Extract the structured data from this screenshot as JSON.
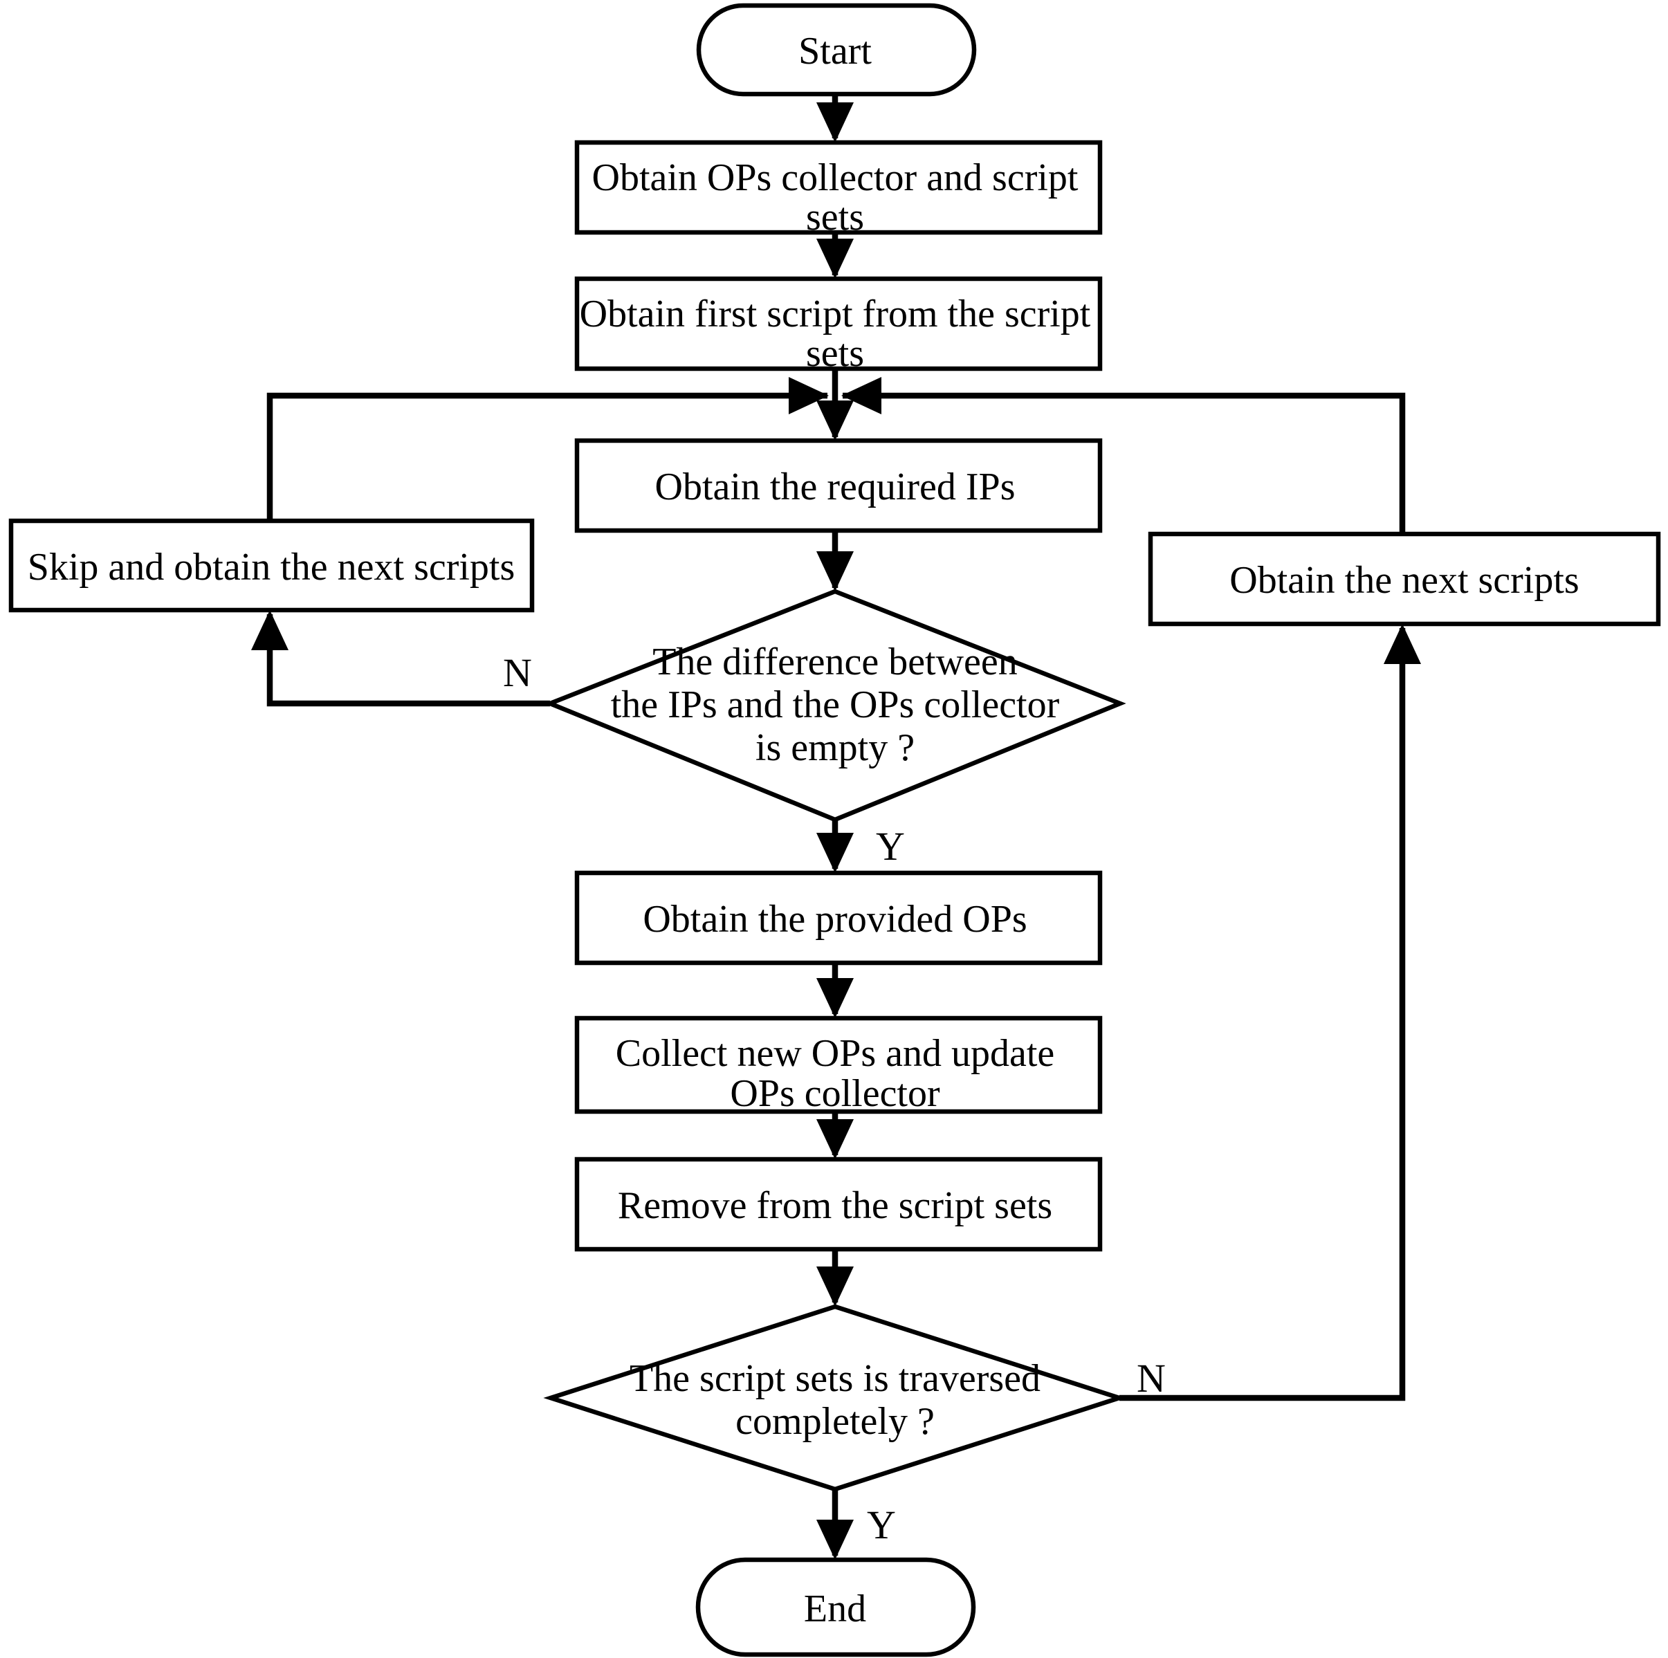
{
  "diagram": {
    "type": "flowchart",
    "colors": {
      "stroke": "#000000",
      "fill": "#ffffff",
      "text": "#000000"
    },
    "nodes": {
      "start": {
        "shape": "terminator",
        "label": "Start"
      },
      "obtain_ops_collector": {
        "shape": "process",
        "lines": [
          "Obtain OPs collector and script",
          "sets"
        ]
      },
      "obtain_first_script": {
        "shape": "process",
        "lines": [
          "Obtain first script from the script",
          "sets"
        ]
      },
      "obtain_required_ips": {
        "shape": "process",
        "label": "Obtain the required IPs"
      },
      "difference_decision": {
        "shape": "decision",
        "lines": [
          "The difference between",
          "the IPs and the OPs collector",
          "is empty ?"
        ]
      },
      "skip_obtain_next": {
        "shape": "process",
        "label": "Skip and obtain the next scripts"
      },
      "obtain_next_scripts": {
        "shape": "process",
        "label": "Obtain the next scripts"
      },
      "obtain_provided_ops": {
        "shape": "process",
        "label": "Obtain the provided OPs"
      },
      "collect_new_ops": {
        "shape": "process",
        "lines": [
          "Collect new OPs and update",
          "OPs collector"
        ]
      },
      "remove_from_script_sets": {
        "shape": "process",
        "label": "Remove from the script sets"
      },
      "traversed_decision": {
        "shape": "decision",
        "lines": [
          "The script sets is traversed",
          "completely ?"
        ]
      },
      "end": {
        "shape": "terminator",
        "label": "End"
      }
    },
    "edge_labels": {
      "difference_no": "N",
      "difference_yes": "Y",
      "traversed_no": "N",
      "traversed_yes": "Y"
    },
    "edges": [
      {
        "from": "start",
        "to": "obtain_ops_collector"
      },
      {
        "from": "obtain_ops_collector",
        "to": "obtain_first_script"
      },
      {
        "from": "obtain_first_script",
        "to": "obtain_required_ips"
      },
      {
        "from": "obtain_required_ips",
        "to": "difference_decision"
      },
      {
        "from": "difference_decision",
        "to": "skip_obtain_next",
        "label": "N"
      },
      {
        "from": "difference_decision",
        "to": "obtain_provided_ops",
        "label": "Y"
      },
      {
        "from": "skip_obtain_next",
        "to": "obtain_required_ips"
      },
      {
        "from": "obtain_provided_ops",
        "to": "collect_new_ops"
      },
      {
        "from": "collect_new_ops",
        "to": "remove_from_script_sets"
      },
      {
        "from": "remove_from_script_sets",
        "to": "traversed_decision"
      },
      {
        "from": "traversed_decision",
        "to": "obtain_next_scripts",
        "label": "N"
      },
      {
        "from": "traversed_decision",
        "to": "end",
        "label": "Y"
      },
      {
        "from": "obtain_next_scripts",
        "to": "obtain_required_ips"
      }
    ]
  }
}
